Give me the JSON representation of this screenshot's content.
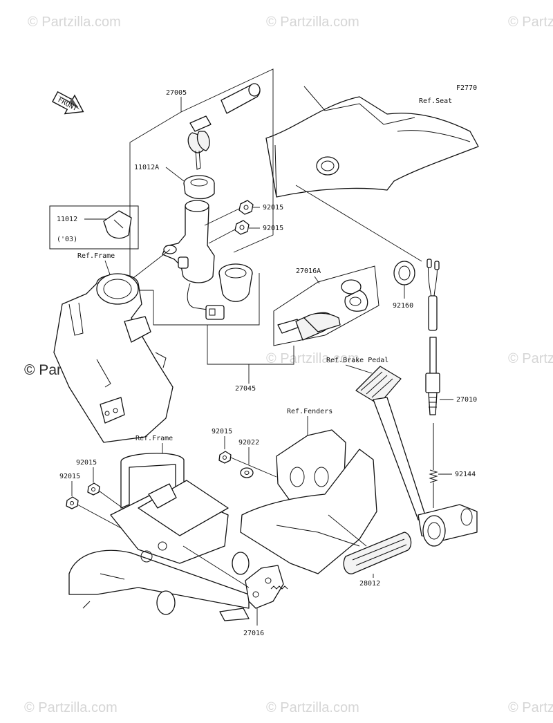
{
  "diagram_code": "F2770",
  "front_label": "FRONT",
  "watermarks": {
    "small": "© Partzilla.com",
    "large": "© Partzilla.com"
  },
  "references": {
    "seat": "Ref.Seat",
    "frame_upper": "Ref.Frame",
    "frame_lower": "Ref.Frame",
    "brake_pedal": "Ref.Brake Pedal",
    "fenders": "Ref.Fenders"
  },
  "part_numbers": {
    "key_set": "27005",
    "cap_11012a": "11012A",
    "cap_11012": "11012",
    "cap_11012_year": "('03)",
    "nut_upper_1": "92015",
    "nut_upper_2": "92015",
    "seat_lock_set": "27016A",
    "grommet": "92160",
    "switch_assy": "27045",
    "stop_switch": "27010",
    "spring": "92144",
    "nut_lower_a": "92015",
    "washer": "92022",
    "nut_lower_b": "92015",
    "nut_lower_c": "92015",
    "pedal_pad": "28012",
    "lock_assy": "27016"
  }
}
